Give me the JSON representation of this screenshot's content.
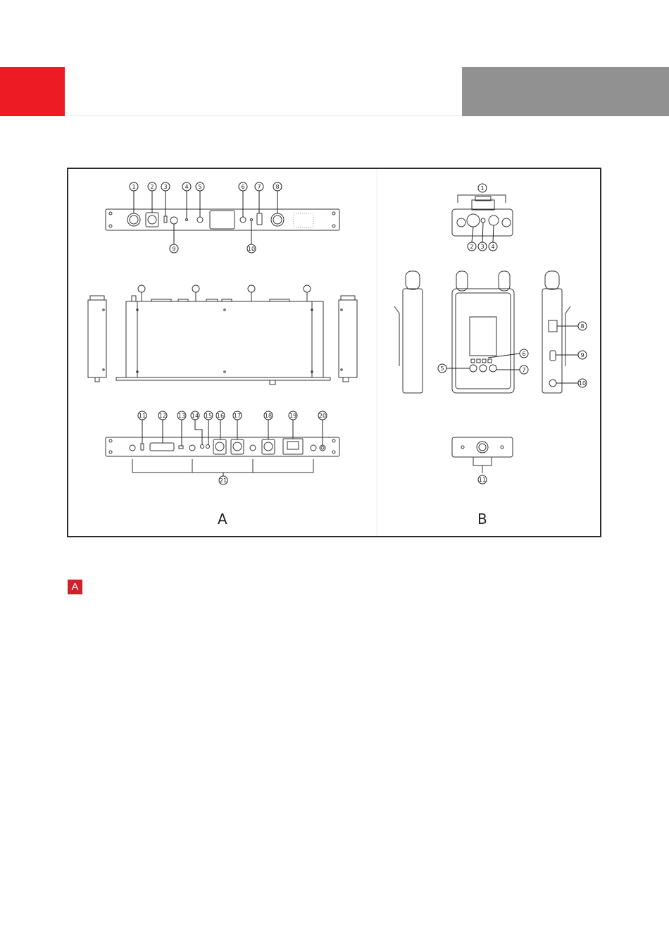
{
  "colors": {
    "accent": "#ed1c24",
    "gray": "#919191",
    "badge": "#d0212b"
  },
  "figure": {
    "panel_a_label": "A",
    "panel_b_label": "B",
    "panel_a_callouts": [
      "1",
      "2",
      "3",
      "4",
      "5",
      "6",
      "7",
      "8",
      "9",
      "10",
      "11",
      "12",
      "13",
      "14",
      "15",
      "16",
      "17",
      "18",
      "19",
      "20",
      "21"
    ],
    "panel_b_callouts": [
      "1",
      "2",
      "3",
      "4",
      "5",
      "6",
      "7",
      "8",
      "9",
      "10",
      "11"
    ]
  },
  "section": {
    "badge": "A"
  }
}
